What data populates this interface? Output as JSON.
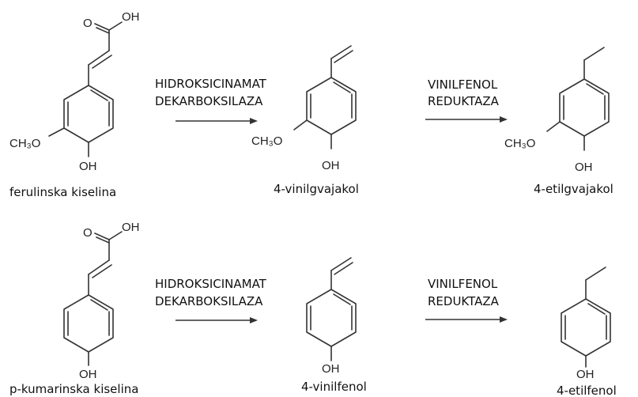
{
  "row1": {
    "acid": {
      "name": "ferulinska kiselina",
      "oh_top": "OH",
      "o_top": "O",
      "meo": "CH₃O",
      "oh_bottom": "OH"
    },
    "step1": {
      "line1": "HIDROKSICINAMAT",
      "line2": "DEKARBOKSILAZA"
    },
    "intermediate": {
      "name": "4-vinilgvajakol",
      "meo": "CH₃O",
      "oh_bottom": "OH"
    },
    "step2": {
      "line1": "VINILFENOL",
      "line2": "REDUKTAZA"
    },
    "product": {
      "name": "4-etilgvajakol",
      "meo": "CH₃O",
      "oh_bottom": "OH"
    }
  },
  "row2": {
    "acid": {
      "name": "p-kumarinska kiselina",
      "oh_top": "OH",
      "o_top": "O",
      "oh_bottom": "OH"
    },
    "step1": {
      "line1": "HIDROKSICINAMAT",
      "line2": "DEKARBOKSILAZA"
    },
    "intermediate": {
      "name": "4-vinilfenol",
      "oh_bottom": "OH"
    },
    "step2": {
      "line1": "VINILFENOL",
      "line2": "REDUKTAZA"
    },
    "product": {
      "name": "4-etilfenol",
      "oh_bottom": "OH"
    }
  }
}
